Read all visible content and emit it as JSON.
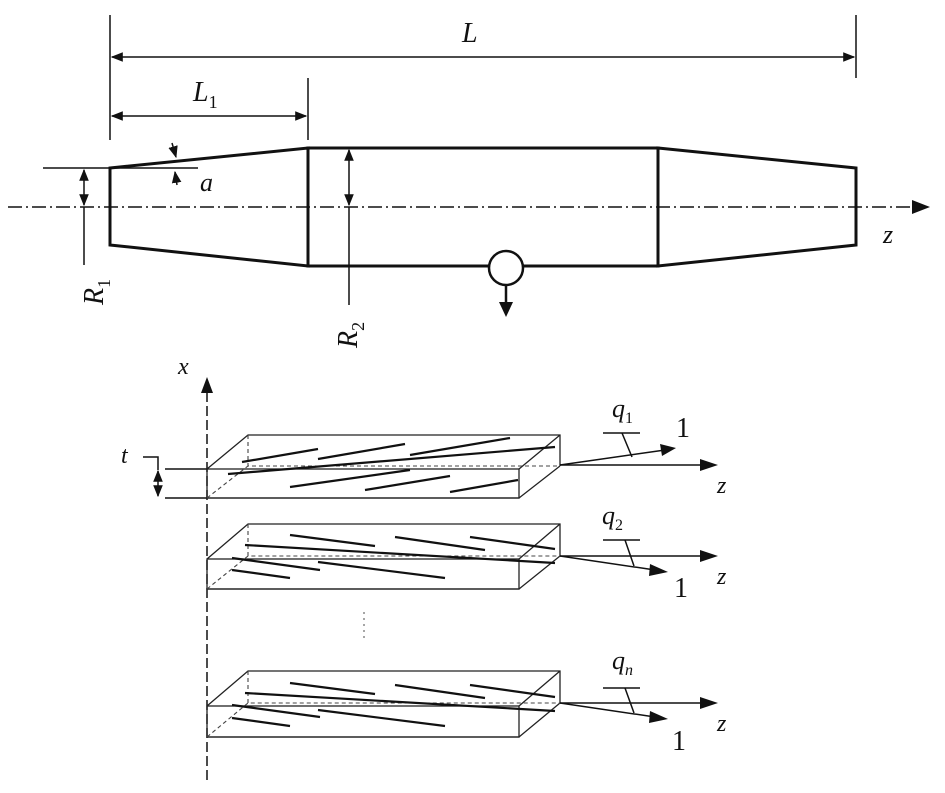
{
  "labels": {
    "L": "L",
    "L1_main": "L",
    "L1_sub": "1",
    "a": "a",
    "R1_main": "R",
    "R1_sub": "1",
    "R2_main": "R",
    "R2_sub": "2",
    "z_top": "z",
    "x_axis": "x",
    "t": "t",
    "plies": [
      {
        "angle_main": "q",
        "angle_sub": "1",
        "fiber_dir": "1",
        "axis": "z"
      },
      {
        "angle_main": "q",
        "angle_sub": "2",
        "fiber_dir": "1",
        "axis": "z"
      },
      {
        "angle_main": "q",
        "angle_sub": "n",
        "fiber_dir": "1",
        "axis": "z"
      }
    ]
  }
}
